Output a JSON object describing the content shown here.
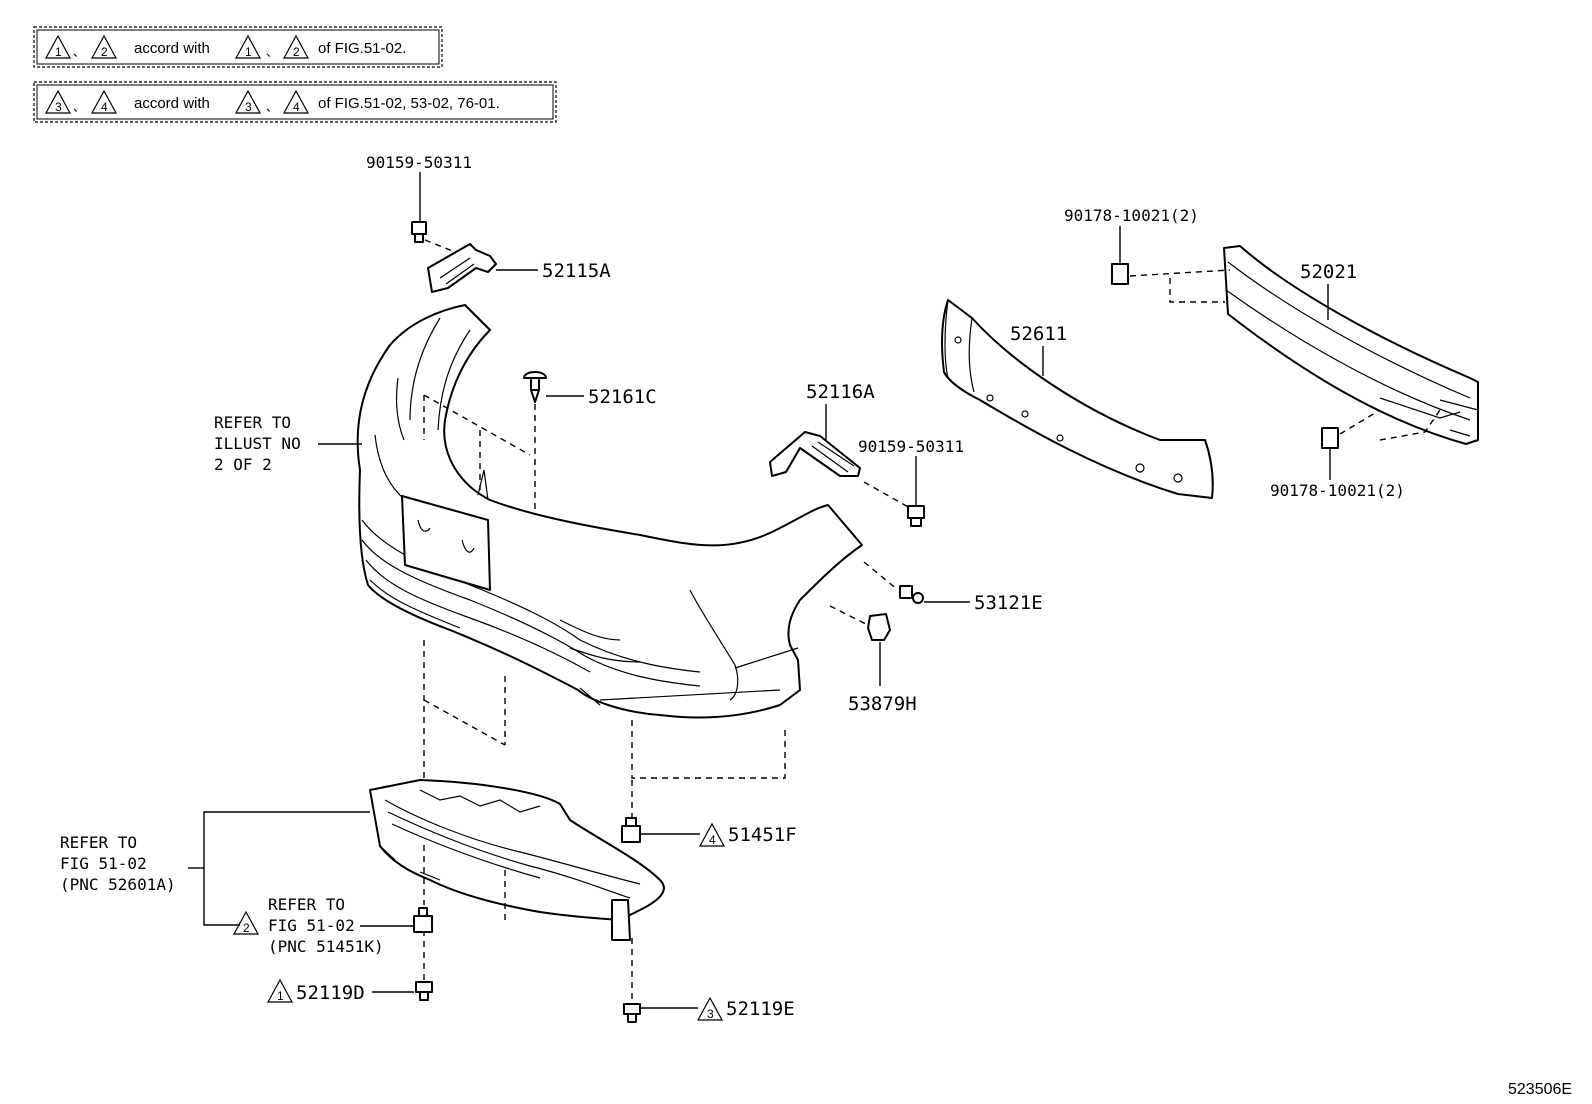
{
  "notes": {
    "note1": {
      "tri_a": "1",
      "sep_a": "、",
      "tri_b": "2",
      "accord": "accord with",
      "tri_c": "1",
      "sep_b": "、",
      "tri_d": "2",
      "of_fig": "of FIG.51-02."
    },
    "note2": {
      "tri_a": "3",
      "sep_a": "、",
      "tri_b": "4",
      "accord": "accord with",
      "tri_c": "3",
      "sep_b": "、",
      "tri_d": "4",
      "of_fig": "of FIG.51-02, 53-02, 76-01."
    }
  },
  "parts": {
    "p90159_top": "90159-50311",
    "p52115A": "52115A",
    "p52161C": "52161C",
    "p52116A": "52116A",
    "p90159_mid": "90159-50311",
    "p52611": "52611",
    "p52021": "52021",
    "p90178_top": "90178-10021(2)",
    "p90178_bot": "90178-10021(2)",
    "p53121E": "53121E",
    "p53879H": "53879H",
    "p51451F": "51451F",
    "p52119D": "52119D",
    "p52119E": "52119E"
  },
  "triangles": {
    "t51451F": "4",
    "t52119D": "1",
    "t52119E": "3",
    "t_refer": "2"
  },
  "refers": {
    "illust": [
      "REFER TO",
      "ILLUST NO",
      "2 OF 2"
    ],
    "fig_a": [
      "REFER TO",
      "FIG 51-02",
      "(PNC 52601A)"
    ],
    "fig_b": [
      "REFER TO",
      "FIG 51-02",
      "(PNC 51451K)"
    ]
  },
  "figure_id": "523506E"
}
